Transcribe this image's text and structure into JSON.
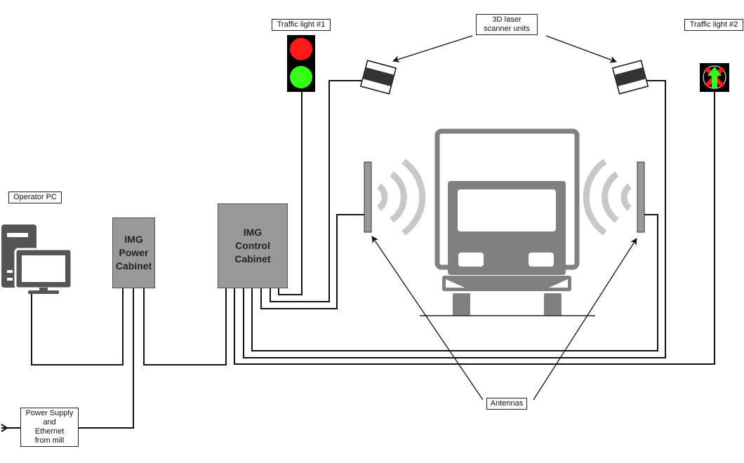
{
  "labels": {
    "traffic_light_1": "Traffic light #1",
    "traffic_light_2": "Traffic light #2",
    "scanner_units": [
      "3D laser",
      "scanner units"
    ],
    "operator_pc": "Operator PC",
    "antennas": "Antennas",
    "power_supply": [
      "Power Supply",
      "and",
      "Ethernet",
      "from mill"
    ]
  },
  "cabinets": {
    "power": [
      "IMG",
      "Power",
      "Cabinet"
    ],
    "control": [
      "IMG",
      "Control",
      "Cabinet"
    ]
  },
  "colors": {
    "wire": "#111111",
    "cabinet_fill": "#999999",
    "truck": "#808080",
    "wave": "#c8c8c8",
    "light_red": "#ff1a1a",
    "light_green": "#33ff1a",
    "scanner_band": "#333333"
  },
  "icons": {
    "operator_pc": "desktop-computer-icon",
    "truck": "truck-front-icon",
    "traffic_light_1": "traffic-light-icon",
    "traffic_light_2": "lane-signal-arrow-icon",
    "scanner": "laser-scanner-icon",
    "antenna": "rfid-antenna-icon",
    "waves": "signal-waves-icon"
  }
}
